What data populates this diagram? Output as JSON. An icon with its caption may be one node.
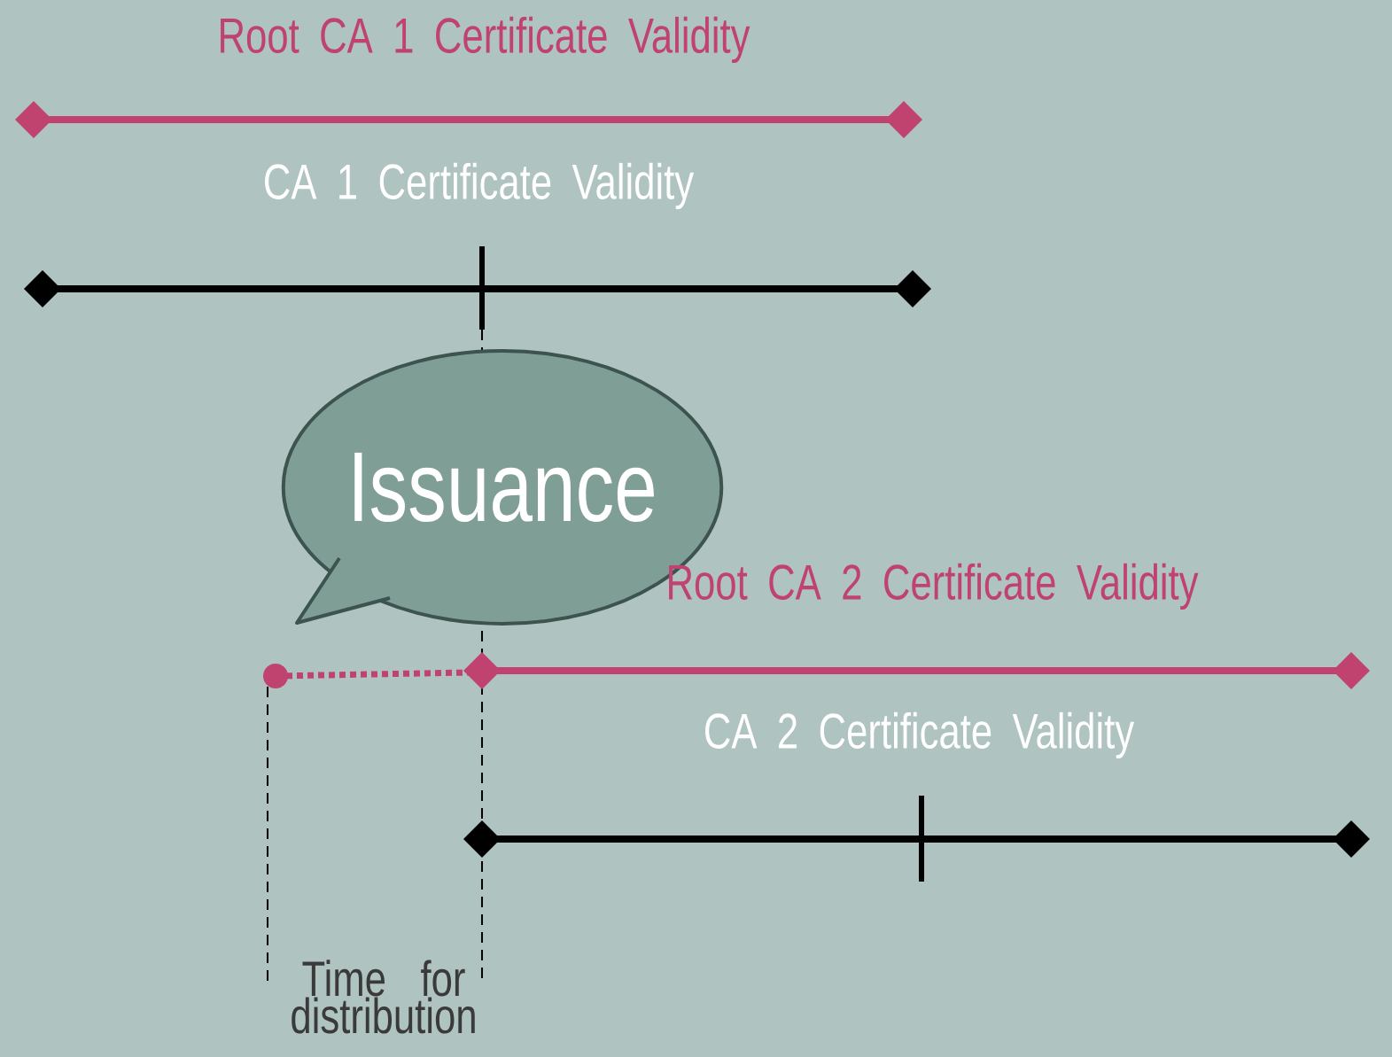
{
  "diagram": {
    "nodes": [
      {
        "text": [
          "Issuance"
        ]
      }
    ],
    "labels": [
      "Root CA 1 Certificate Validity",
      "CA 1 Certificate Validity",
      "Root CA 2 Certificate Validity",
      "CA 2 Certificate Validity",
      "Time for distribution"
    ]
  }
}
